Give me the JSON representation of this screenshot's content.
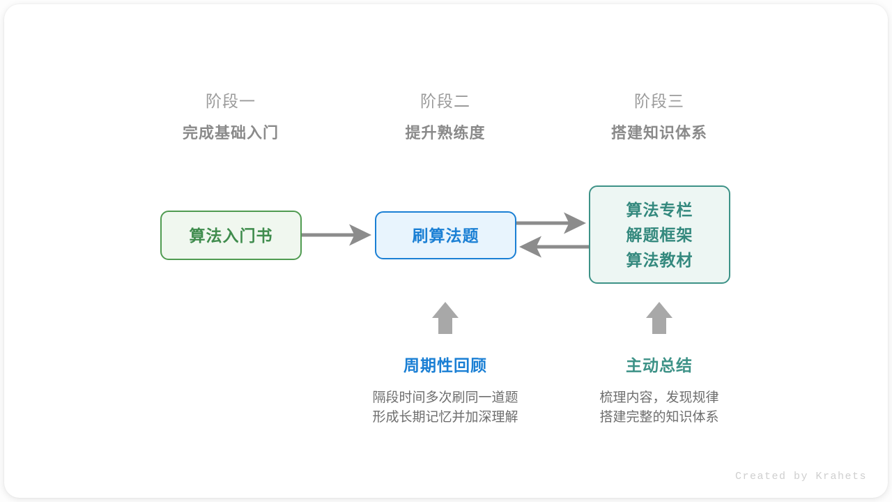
{
  "meta": {
    "footer_credit": "Created by Krahets",
    "colors": {
      "green": "#3f8c4d",
      "green_border": "#509b51",
      "green_fill": "#f0f7ef",
      "blue": "#1a7fd4",
      "blue_fill": "#e8f4fd",
      "teal": "#34897e",
      "teal_border": "#3d9287",
      "teal_fill": "#edf6f3",
      "gray_text": "#8a8a8a",
      "arrow_gray": "#8c8c8c"
    }
  },
  "stages": [
    {
      "index": "阶段一",
      "title": "完成基础入门"
    },
    {
      "index": "阶段二",
      "title": "提升熟练度"
    },
    {
      "index": "阶段三",
      "title": "搭建知识体系"
    }
  ],
  "nodes": {
    "book": {
      "lines": [
        "算法入门书"
      ]
    },
    "practice": {
      "lines": [
        "刷算法题"
      ]
    },
    "resources": {
      "lines": [
        "算法专栏",
        "解题框架",
        "算法教材"
      ]
    }
  },
  "annotations": [
    {
      "title": "周期性回顾",
      "desc_lines": [
        "隔段时间多次刷同一道题",
        "形成长期记忆并加深理解"
      ]
    },
    {
      "title": "主动总结",
      "desc_lines": [
        "梳理内容，发现规律",
        "搭建完整的知识体系"
      ]
    }
  ],
  "arrows": {
    "book_to_practice": "arrow-right",
    "practice_to_resources": "arrow-right",
    "resources_to_practice": "arrow-left",
    "review_up": "arrow-up",
    "summary_up": "arrow-up"
  }
}
